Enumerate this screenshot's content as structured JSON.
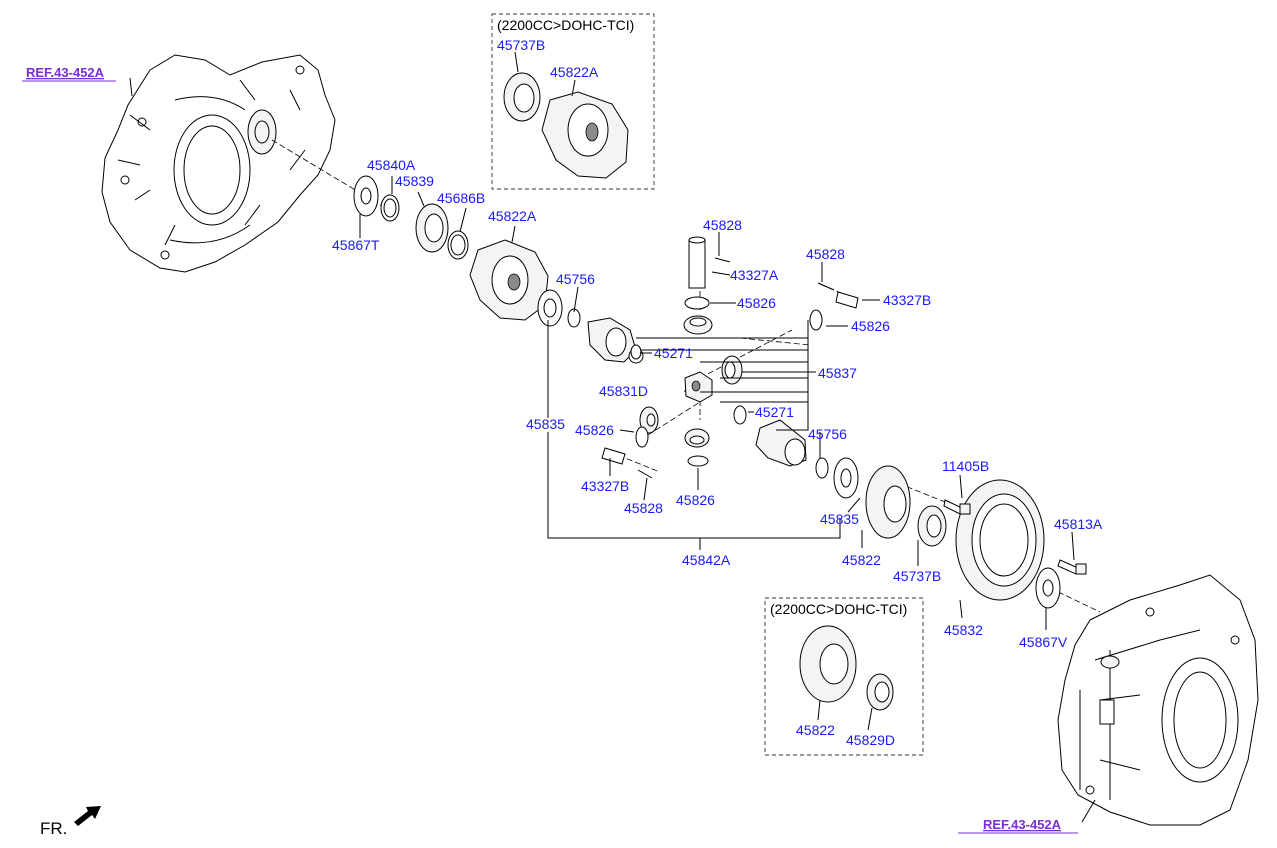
{
  "variant_boxes": [
    {
      "title": "(2200CC>DOHC-TCI)"
    },
    {
      "title": "(2200CC>DOHC-TCI)"
    }
  ],
  "references": [
    {
      "label": "REF.43-452A"
    },
    {
      "label": "REF.43-452A"
    }
  ],
  "orientation": {
    "label": "FR."
  },
  "parts": [
    {
      "number": "45737B"
    },
    {
      "number": "45822A"
    },
    {
      "number": "45840A"
    },
    {
      "number": "45839"
    },
    {
      "number": "45686B"
    },
    {
      "number": "45822A"
    },
    {
      "number": "45867T"
    },
    {
      "number": "45828"
    },
    {
      "number": "43327A"
    },
    {
      "number": "45828"
    },
    {
      "number": "43327B"
    },
    {
      "number": "45756"
    },
    {
      "number": "45826"
    },
    {
      "number": "45826"
    },
    {
      "number": "45271"
    },
    {
      "number": "45837"
    },
    {
      "number": "45831D"
    },
    {
      "number": "45271"
    },
    {
      "number": "45835"
    },
    {
      "number": "45826"
    },
    {
      "number": "45756"
    },
    {
      "number": "43327B"
    },
    {
      "number": "45826"
    },
    {
      "number": "45828"
    },
    {
      "number": "11405B"
    },
    {
      "number": "45835"
    },
    {
      "number": "45813A"
    },
    {
      "number": "45842A"
    },
    {
      "number": "45822"
    },
    {
      "number": "45737B"
    },
    {
      "number": "45832"
    },
    {
      "number": "45867V"
    },
    {
      "number": "45822"
    },
    {
      "number": "45829D"
    }
  ]
}
